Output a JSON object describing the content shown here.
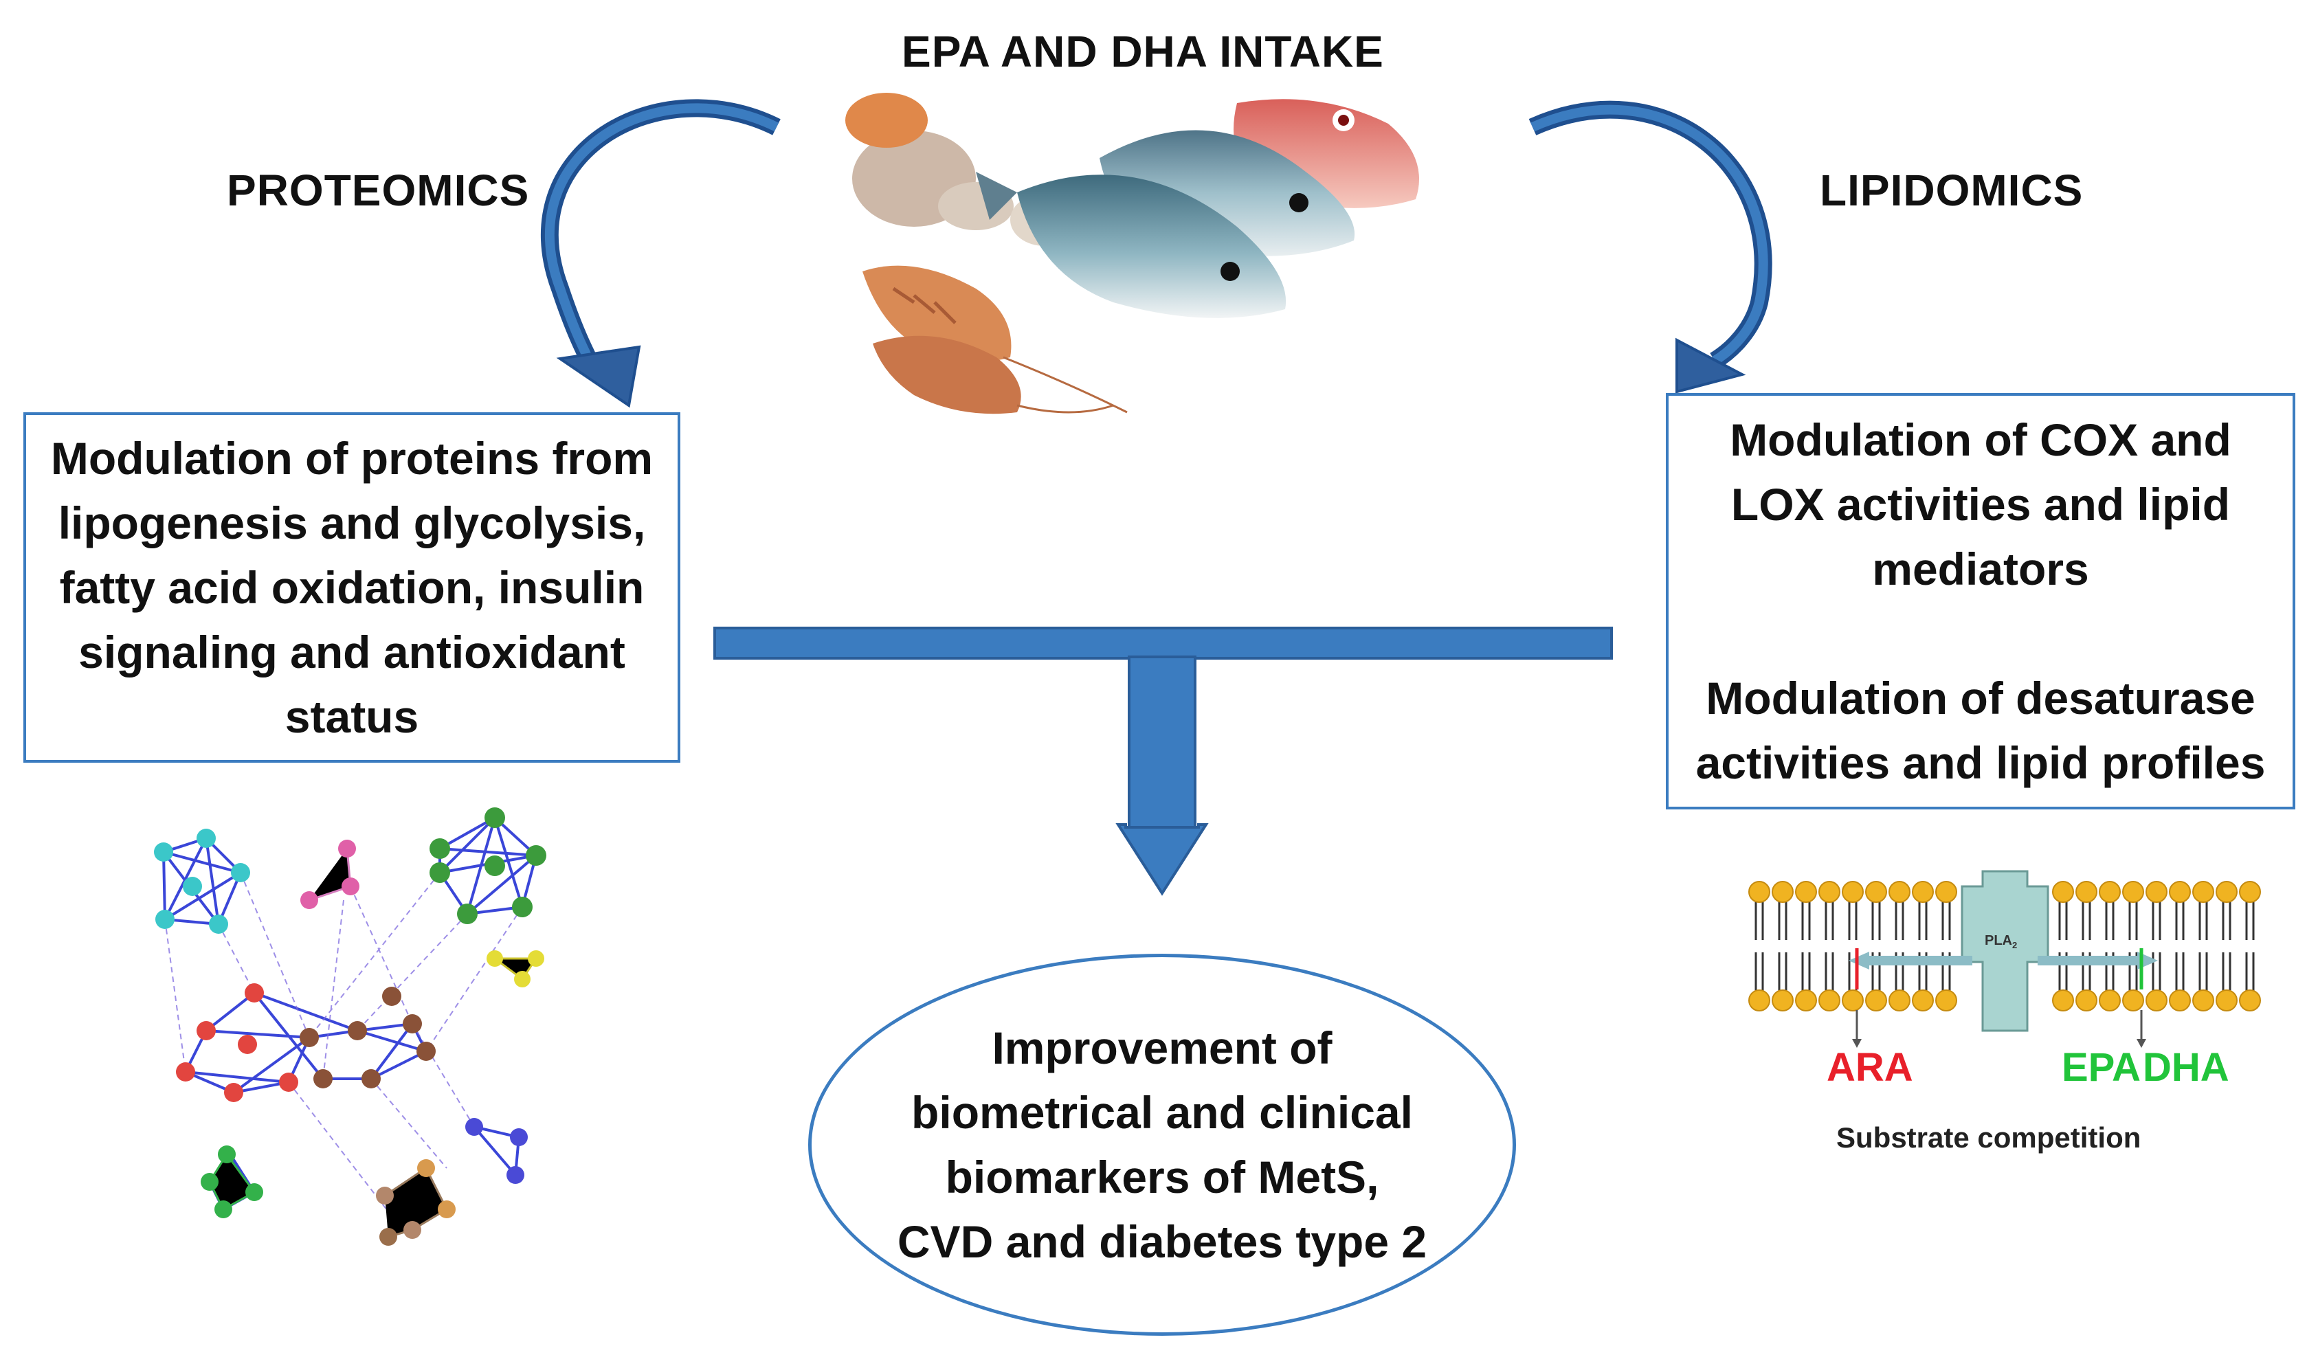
{
  "title": "EPA AND DHA INTAKE",
  "left_heading": "PROTEOMICS",
  "right_heading": "LIPIDOMICS",
  "left_box": {
    "lines": [
      "Modulation of proteins from",
      "lipogenesis and glycolysis,",
      "fatty acid oxidation, insulin",
      "signaling and antioxidant",
      "status"
    ]
  },
  "right_box": {
    "group1": [
      "Modulation of COX and",
      "LOX activities and lipid",
      "mediators"
    ],
    "group2": [
      "Modulation of desaturase",
      "activities and lipid profiles"
    ]
  },
  "outcome": {
    "lines": [
      "Improvement of",
      "biometrical and clinical",
      "biomarkers of MetS,",
      "CVD and diabetes type 2"
    ]
  },
  "membrane": {
    "enzyme_label": "PLA",
    "enzyme_subscript": "2",
    "ara_label": "ARA",
    "epa_label": "EPA",
    "dha_label": "DHA",
    "caption": "Substrate competition"
  },
  "colors": {
    "accent_blue": "#3b7cc0",
    "arrow_blue": "#2f5f9e",
    "ara_red": "#e8202a",
    "epa_green": "#21c43a",
    "lipid_head": "#f0b321"
  }
}
